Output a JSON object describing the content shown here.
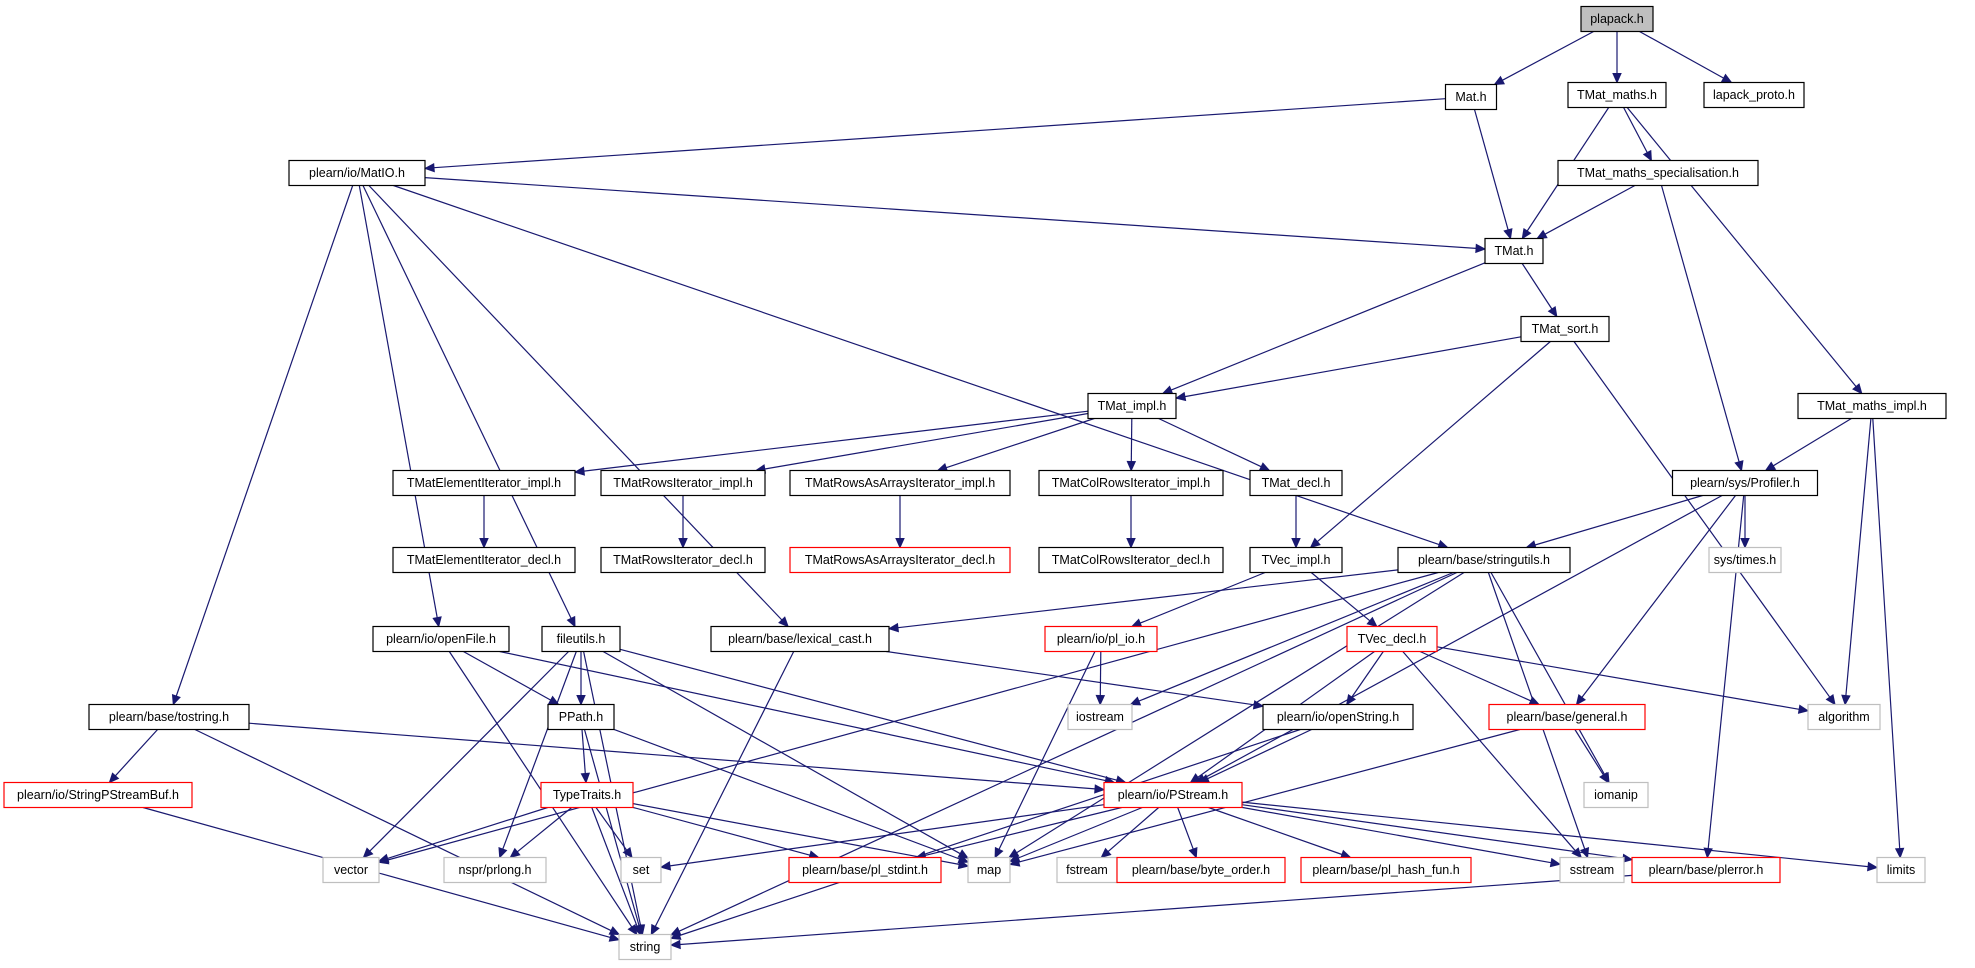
{
  "colors": {
    "edge": "#191970",
    "border_normal": "#000000",
    "border_undocumented": "#ff0000",
    "border_external": "#bfbfbf",
    "fill_root": "#bfbfbf",
    "fill_normal": "#ffffff"
  },
  "nodes": [
    {
      "id": "plapack_h",
      "label": "plapack.h",
      "style": "root"
    },
    {
      "id": "Mat_h",
      "label": "Mat.h",
      "style": "normal"
    },
    {
      "id": "TMat_maths_h",
      "label": "TMat_maths.h",
      "style": "normal"
    },
    {
      "id": "lapack_proto_h",
      "label": "lapack_proto.h",
      "style": "normal"
    },
    {
      "id": "MatIO_h",
      "label": "plearn/io/MatIO.h",
      "style": "normal"
    },
    {
      "id": "TMat_maths_spec_h",
      "label": "TMat_maths_specialisation.h",
      "style": "normal"
    },
    {
      "id": "TMat_h",
      "label": "TMat.h",
      "style": "normal"
    },
    {
      "id": "TMat_sort_h",
      "label": "TMat_sort.h",
      "style": "normal"
    },
    {
      "id": "TMat_impl_h",
      "label": "TMat_impl.h",
      "style": "normal"
    },
    {
      "id": "TMat_maths_impl_h",
      "label": "TMat_maths_impl.h",
      "style": "normal"
    },
    {
      "id": "TMatElemIt_impl_h",
      "label": "TMatElementIterator_impl.h",
      "style": "normal"
    },
    {
      "id": "TMatRowsIt_impl_h",
      "label": "TMatRowsIterator_impl.h",
      "style": "normal"
    },
    {
      "id": "TMatRowsAsArrIt_impl_h",
      "label": "TMatRowsAsArraysIterator_impl.h",
      "style": "normal"
    },
    {
      "id": "TMatColRowsIt_impl_h",
      "label": "TMatColRowsIterator_impl.h",
      "style": "normal"
    },
    {
      "id": "TMat_decl_h",
      "label": "TMat_decl.h",
      "style": "normal"
    },
    {
      "id": "Profiler_h",
      "label": "plearn/sys/Profiler.h",
      "style": "normal"
    },
    {
      "id": "TMatElemIt_decl_h",
      "label": "TMatElementIterator_decl.h",
      "style": "normal"
    },
    {
      "id": "TMatRowsIt_decl_h",
      "label": "TMatRowsIterator_decl.h",
      "style": "normal"
    },
    {
      "id": "TMatRowsAsArrIt_decl_h",
      "label": "TMatRowsAsArraysIterator_decl.h",
      "style": "undocumented"
    },
    {
      "id": "TMatColRowsIt_decl_h",
      "label": "TMatColRowsIterator_decl.h",
      "style": "normal"
    },
    {
      "id": "TVec_impl_h",
      "label": "TVec_impl.h",
      "style": "normal"
    },
    {
      "id": "stringutils_h",
      "label": "plearn/base/stringutils.h",
      "style": "normal"
    },
    {
      "id": "sys_times_h",
      "label": "sys/times.h",
      "style": "external"
    },
    {
      "id": "openFile_h",
      "label": "plearn/io/openFile.h",
      "style": "normal"
    },
    {
      "id": "fileutils_h",
      "label": "fileutils.h",
      "style": "normal"
    },
    {
      "id": "lexical_cast_h",
      "label": "plearn/base/lexical_cast.h",
      "style": "normal"
    },
    {
      "id": "pl_io_h",
      "label": "plearn/io/pl_io.h",
      "style": "undocumented"
    },
    {
      "id": "TVec_decl_h",
      "label": "TVec_decl.h",
      "style": "undocumented"
    },
    {
      "id": "tostring_h",
      "label": "plearn/base/tostring.h",
      "style": "normal"
    },
    {
      "id": "PPath_h",
      "label": "PPath.h",
      "style": "normal"
    },
    {
      "id": "iostream",
      "label": "iostream",
      "style": "external"
    },
    {
      "id": "openString_h",
      "label": "plearn/io/openString.h",
      "style": "normal"
    },
    {
      "id": "general_h",
      "label": "plearn/base/general.h",
      "style": "undocumented"
    },
    {
      "id": "algorithm",
      "label": "algorithm",
      "style": "external"
    },
    {
      "id": "StringPStreamBuf_h",
      "label": "plearn/io/StringPStreamBuf.h",
      "style": "undocumented"
    },
    {
      "id": "TypeTraits_h",
      "label": "TypeTraits.h",
      "style": "undocumented"
    },
    {
      "id": "PStream_h",
      "label": "plearn/io/PStream.h",
      "style": "undocumented"
    },
    {
      "id": "iomanip",
      "label": "iomanip",
      "style": "external"
    },
    {
      "id": "vector",
      "label": "vector",
      "style": "external"
    },
    {
      "id": "nspr_prlong_h",
      "label": "nspr/prlong.h",
      "style": "external"
    },
    {
      "id": "set",
      "label": "set",
      "style": "external"
    },
    {
      "id": "pl_stdint_h",
      "label": "plearn/base/pl_stdint.h",
      "style": "undocumented"
    },
    {
      "id": "map",
      "label": "map",
      "style": "external"
    },
    {
      "id": "fstream",
      "label": "fstream",
      "style": "external"
    },
    {
      "id": "byte_order_h",
      "label": "plearn/base/byte_order.h",
      "style": "undocumented"
    },
    {
      "id": "pl_hash_fun_h",
      "label": "plearn/base/pl_hash_fun.h",
      "style": "undocumented"
    },
    {
      "id": "sstream",
      "label": "sstream",
      "style": "external"
    },
    {
      "id": "plerror_h",
      "label": "plearn/base/plerror.h",
      "style": "undocumented"
    },
    {
      "id": "limits",
      "label": "limits",
      "style": "external"
    },
    {
      "id": "string",
      "label": "string",
      "style": "external"
    }
  ],
  "edges": [
    [
      "plapack_h",
      "Mat_h"
    ],
    [
      "plapack_h",
      "TMat_maths_h"
    ],
    [
      "plapack_h",
      "lapack_proto_h"
    ],
    [
      "Mat_h",
      "MatIO_h"
    ],
    [
      "Mat_h",
      "TMat_h"
    ],
    [
      "TMat_maths_h",
      "TMat_h"
    ],
    [
      "TMat_maths_h",
      "TMat_maths_spec_h"
    ],
    [
      "TMat_maths_h",
      "TMat_maths_impl_h"
    ],
    [
      "TMat_maths_spec_h",
      "TMat_h"
    ],
    [
      "TMat_maths_spec_h",
      "Profiler_h"
    ],
    [
      "MatIO_h",
      "TMat_h"
    ],
    [
      "MatIO_h",
      "stringutils_h"
    ],
    [
      "MatIO_h",
      "tostring_h"
    ],
    [
      "MatIO_h",
      "openFile_h"
    ],
    [
      "MatIO_h",
      "fileutils_h"
    ],
    [
      "MatIO_h",
      "lexical_cast_h"
    ],
    [
      "TMat_h",
      "TMat_impl_h"
    ],
    [
      "TMat_h",
      "TMat_sort_h"
    ],
    [
      "TMat_sort_h",
      "TMat_impl_h"
    ],
    [
      "TMat_sort_h",
      "TVec_impl_h"
    ],
    [
      "TMat_sort_h",
      "algorithm"
    ],
    [
      "TMat_impl_h",
      "TMatElemIt_impl_h"
    ],
    [
      "TMat_impl_h",
      "TMatRowsIt_impl_h"
    ],
    [
      "TMat_impl_h",
      "TMatRowsAsArrIt_impl_h"
    ],
    [
      "TMat_impl_h",
      "TMatColRowsIt_impl_h"
    ],
    [
      "TMat_impl_h",
      "TMat_decl_h"
    ],
    [
      "TMat_maths_impl_h",
      "Profiler_h"
    ],
    [
      "TMat_maths_impl_h",
      "algorithm"
    ],
    [
      "TMat_maths_impl_h",
      "limits"
    ],
    [
      "TMatElemIt_impl_h",
      "TMatElemIt_decl_h"
    ],
    [
      "TMatRowsIt_impl_h",
      "TMatRowsIt_decl_h"
    ],
    [
      "TMatRowsAsArrIt_impl_h",
      "TMatRowsAsArrIt_decl_h"
    ],
    [
      "TMatColRowsIt_impl_h",
      "TMatColRowsIt_decl_h"
    ],
    [
      "TMat_decl_h",
      "TVec_impl_h"
    ],
    [
      "Profiler_h",
      "stringutils_h"
    ],
    [
      "Profiler_h",
      "sys_times_h"
    ],
    [
      "Profiler_h",
      "PStream_h"
    ],
    [
      "Profiler_h",
      "general_h"
    ],
    [
      "Profiler_h",
      "plerror_h"
    ],
    [
      "TVec_impl_h",
      "pl_io_h"
    ],
    [
      "TVec_impl_h",
      "TVec_decl_h"
    ],
    [
      "stringutils_h",
      "lexical_cast_h"
    ],
    [
      "stringutils_h",
      "vector"
    ],
    [
      "stringutils_h",
      "map"
    ],
    [
      "stringutils_h",
      "iostream"
    ],
    [
      "stringutils_h",
      "iomanip"
    ],
    [
      "stringutils_h",
      "sstream"
    ],
    [
      "stringutils_h",
      "string"
    ],
    [
      "openFile_h",
      "PPath_h"
    ],
    [
      "openFile_h",
      "PStream_h"
    ],
    [
      "openFile_h",
      "string"
    ],
    [
      "fileutils_h",
      "PPath_h"
    ],
    [
      "fileutils_h",
      "PStream_h"
    ],
    [
      "fileutils_h",
      "vector"
    ],
    [
      "fileutils_h",
      "nspr_prlong_h"
    ],
    [
      "fileutils_h",
      "map"
    ],
    [
      "fileutils_h",
      "string"
    ],
    [
      "lexical_cast_h",
      "openString_h"
    ],
    [
      "lexical_cast_h",
      "string"
    ],
    [
      "pl_io_h",
      "iostream"
    ],
    [
      "pl_io_h",
      "map"
    ],
    [
      "TVec_decl_h",
      "PStream_h"
    ],
    [
      "TVec_decl_h",
      "openString_h"
    ],
    [
      "TVec_decl_h",
      "general_h"
    ],
    [
      "TVec_decl_h",
      "algorithm"
    ],
    [
      "TVec_decl_h",
      "sstream"
    ],
    [
      "tostring_h",
      "StringPStreamBuf_h"
    ],
    [
      "tostring_h",
      "PStream_h"
    ],
    [
      "tostring_h",
      "string"
    ],
    [
      "PPath_h",
      "TypeTraits_h"
    ],
    [
      "PPath_h",
      "map"
    ],
    [
      "PPath_h",
      "string"
    ],
    [
      "openString_h",
      "PStream_h"
    ],
    [
      "openString_h",
      "string"
    ],
    [
      "general_h",
      "iomanip"
    ],
    [
      "general_h",
      "map"
    ],
    [
      "StringPStreamBuf_h",
      "string"
    ],
    [
      "TypeTraits_h",
      "vector"
    ],
    [
      "TypeTraits_h",
      "nspr_prlong_h"
    ],
    [
      "TypeTraits_h",
      "set"
    ],
    [
      "TypeTraits_h",
      "string"
    ],
    [
      "TypeTraits_h",
      "pl_stdint_h"
    ],
    [
      "TypeTraits_h",
      "map"
    ],
    [
      "PStream_h",
      "set"
    ],
    [
      "PStream_h",
      "pl_stdint_h"
    ],
    [
      "PStream_h",
      "map"
    ],
    [
      "PStream_h",
      "fstream"
    ],
    [
      "PStream_h",
      "byte_order_h"
    ],
    [
      "PStream_h",
      "pl_hash_fun_h"
    ],
    [
      "PStream_h",
      "sstream"
    ],
    [
      "PStream_h",
      "plerror_h"
    ],
    [
      "PStream_h",
      "limits"
    ],
    [
      "plerror_h",
      "string"
    ]
  ]
}
